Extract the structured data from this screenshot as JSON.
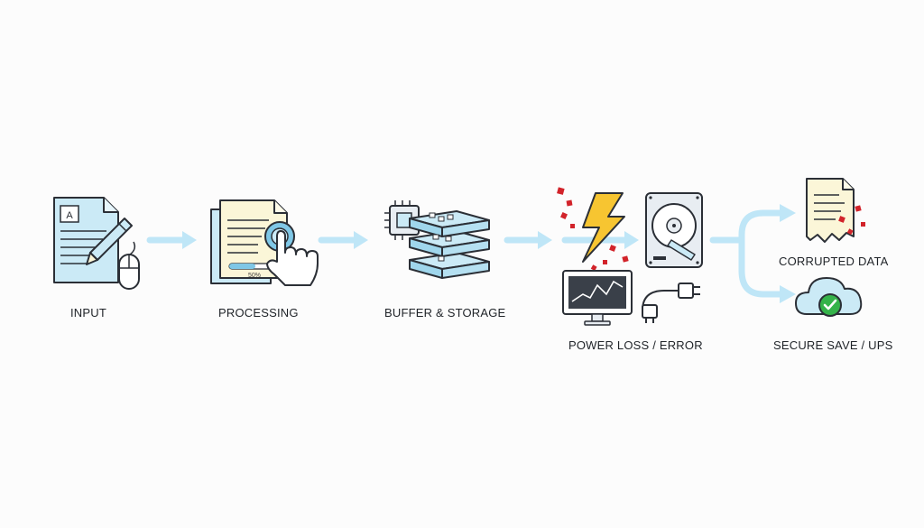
{
  "steps": {
    "input": "INPUT",
    "processing": "PROCESSING",
    "buffer": "BUFFER & STORAGE",
    "power": "POWER LOSS / ERROR",
    "corrupted": "CORRUPTED DATA",
    "secure": "SECURE SAVE / UPS"
  },
  "progress": {
    "text": "50%",
    "value": 0.5
  },
  "colors": {
    "arrow": "#bfe6f7",
    "lightblue": "#cbeaf6",
    "cream": "#fbf6d8",
    "outline": "#2b2f36",
    "bolt": "#f7c531",
    "debris": "#d2232a",
    "check": "#35b34a"
  },
  "icons": [
    "document-edit-icon",
    "pencil-icon",
    "mouse-icon",
    "document-stack-icon",
    "touch-hand-icon",
    "chip-icon",
    "storage-stack-icon",
    "lightning-icon",
    "hard-drive-icon",
    "monitor-chart-icon",
    "power-plug-icon",
    "torn-document-icon",
    "cloud-check-icon"
  ]
}
